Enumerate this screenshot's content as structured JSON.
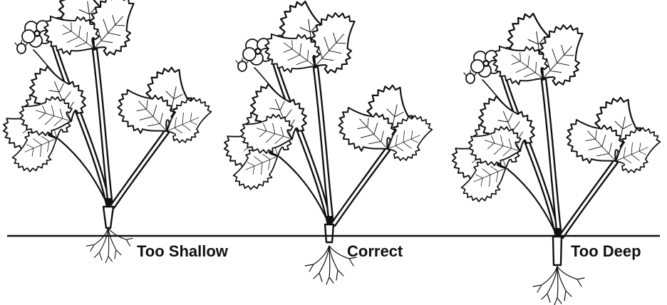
{
  "labels": {
    "too_shallow": "Too Shallow",
    "correct": "Correct",
    "too_deep": "Too Deep"
  },
  "colors": {
    "ink": "#111111",
    "background": "#ffffff"
  }
}
